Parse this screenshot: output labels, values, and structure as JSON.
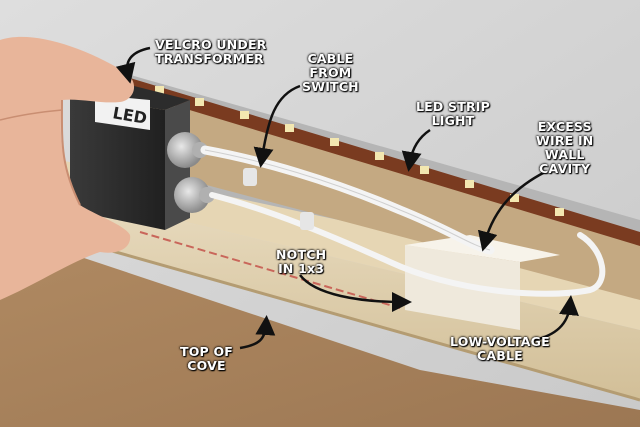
{
  "labels": {
    "velcro": [
      "VELCRO UNDER",
      "TRANSFORMER"
    ],
    "cable_from_switch": [
      "CABLE",
      "FROM",
      "SWITCH"
    ],
    "led_strip": [
      "LED STRIP",
      "LIGHT"
    ],
    "excess_wire": [
      "EXCESS",
      "WIRE IN",
      "WALL",
      "CAVITY"
    ],
    "notch": [
      "NOTCH",
      "IN 1x3"
    ],
    "low_voltage": [
      "LOW-VOLTAGE",
      "CABLE"
    ],
    "top_of_cove": [
      "TOP OF",
      "COVE"
    ]
  },
  "box_text": "LED"
}
